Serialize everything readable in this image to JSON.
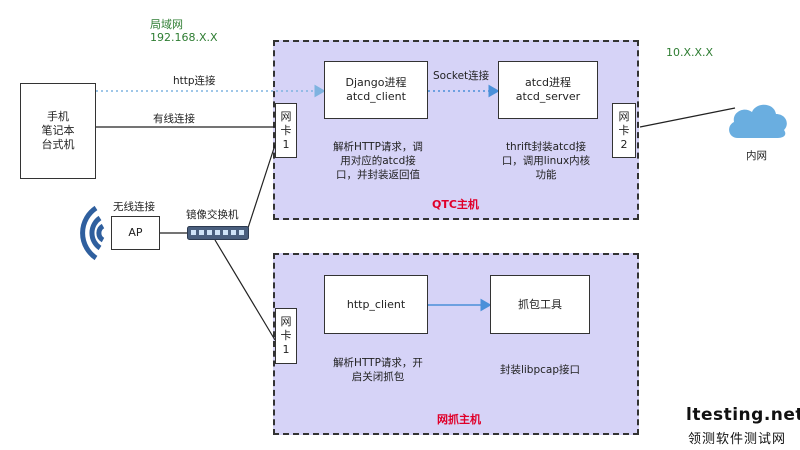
{
  "lan": {
    "title": "局域网",
    "ip": "192.168.X.X"
  },
  "external_ip": "10.X.X.X",
  "devices": {
    "lines": [
      "手机",
      "笔记本",
      "台式机"
    ]
  },
  "links": {
    "http": "http连接",
    "wired": "有线连接",
    "wireless": "无线连接",
    "socket": "Socket连接"
  },
  "ap": {
    "label": "AP"
  },
  "switch": {
    "label": "镜像交换机"
  },
  "qtc_host": {
    "title": "QTC主机",
    "nic_left": [
      "网",
      "卡",
      "1"
    ],
    "nic_right": [
      "网",
      "卡",
      "2"
    ],
    "django": {
      "line1": "Django进程",
      "line2": "atcd_client"
    },
    "atcd": {
      "line1": "atcd进程",
      "line2": "atcd_server"
    },
    "django_desc": "解析HTTP请求，调\n用对应的atcd接\n口，并封装返回值",
    "atcd_desc": "thrift封装atcd接\n口，调用linux内核\n功能"
  },
  "cloud": {
    "label": "内网"
  },
  "capture_host": {
    "title": "网抓主机",
    "nic": [
      "网",
      "卡",
      "1"
    ],
    "http_client": "http_client",
    "capture_tool": "抓包工具",
    "http_desc": "解析HTTP请求，开\n启关闭抓包",
    "capture_desc": "封装libpcap接口"
  },
  "watermark": {
    "en": "ltesting.net",
    "zh": "领测软件测试网"
  },
  "colors": {
    "region_fill": "#d6d3f7",
    "region_title": "#e0002a",
    "lan_text": "#2e7d32",
    "http_line": "#7fb3e0",
    "socket_line": "#4a90d9",
    "wifi": "#2f5f9e",
    "cloud": "#6aaee0"
  }
}
